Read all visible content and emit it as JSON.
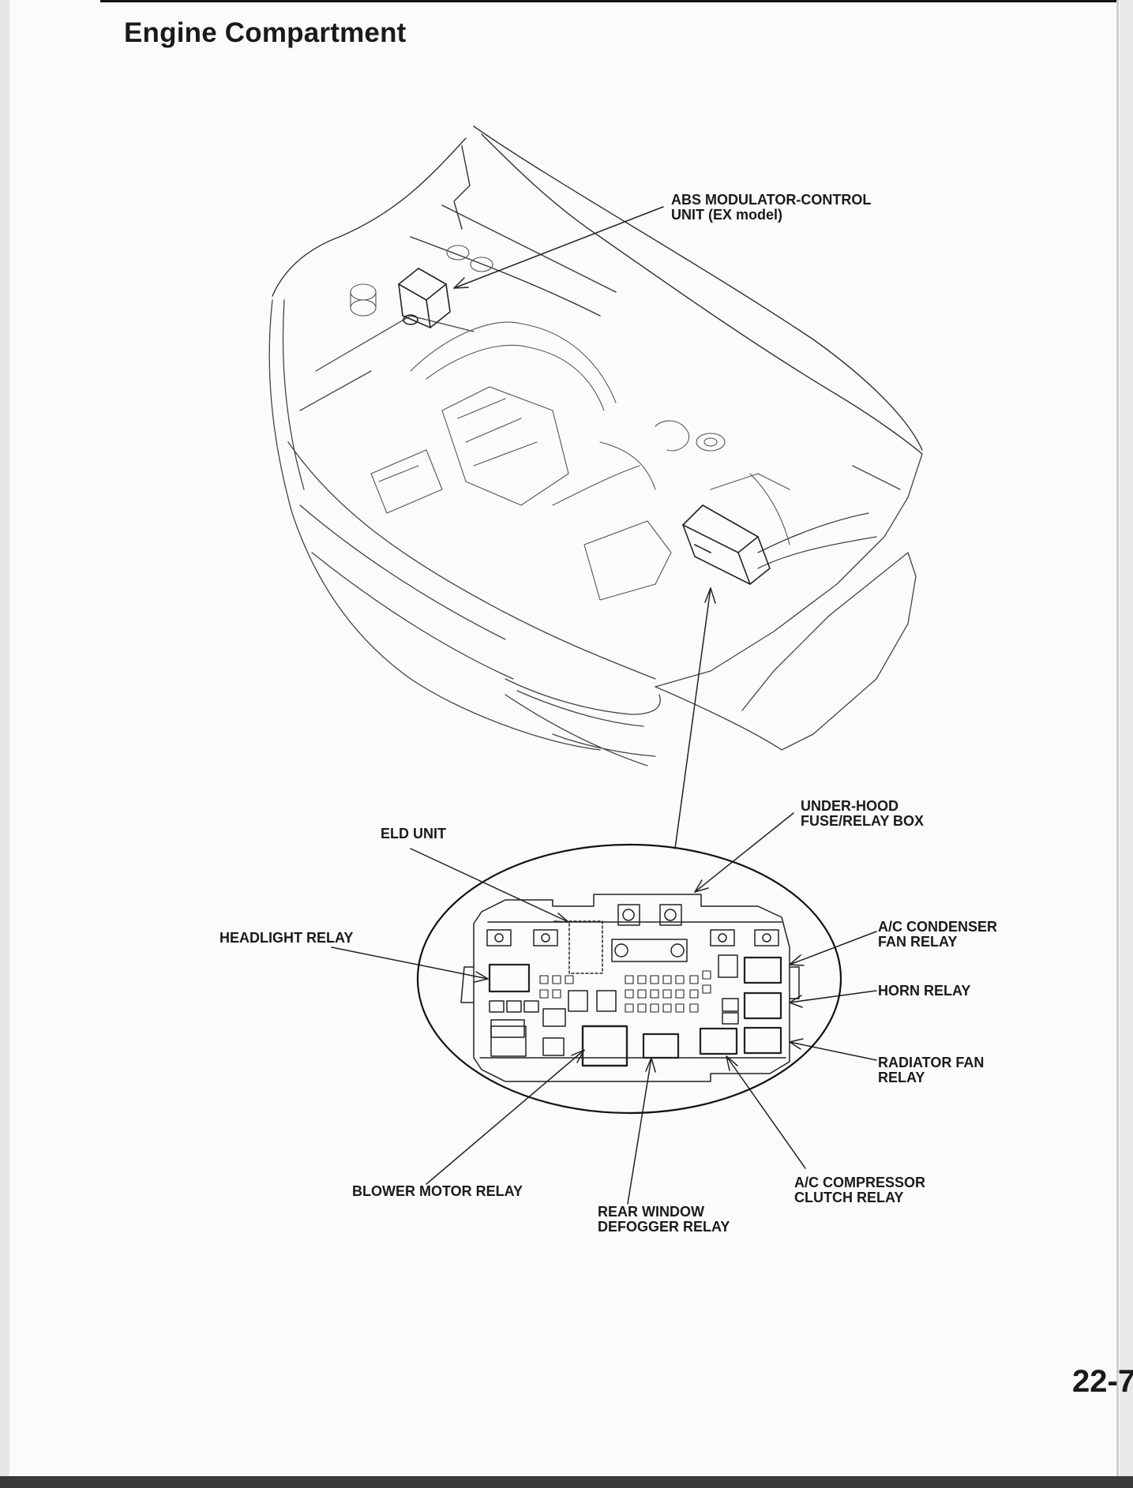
{
  "page": {
    "title": "Engine Compartment",
    "page_number": "22-7"
  },
  "labels": {
    "abs_unit": [
      "ABS MODULATOR-CONTROL",
      "UNIT (EX model)"
    ],
    "under_hood_box": [
      "UNDER-HOOD",
      "FUSE/RELAY BOX"
    ],
    "eld_unit": "ELD UNIT",
    "headlight_relay": "HEADLIGHT RELAY",
    "ac_condenser_fan_relay": [
      "A/C CONDENSER",
      "FAN RELAY"
    ],
    "horn_relay": "HORN RELAY",
    "radiator_fan_relay": [
      "RADIATOR FAN",
      "RELAY"
    ],
    "blower_motor_relay": "BLOWER MOTOR RELAY",
    "rear_window_defogger_relay": [
      "REAR WINDOW",
      "DEFOGGER RELAY"
    ],
    "ac_compressor_clutch_relay": [
      "A/C COMPRESSOR",
      "CLUTCH RELAY"
    ]
  }
}
